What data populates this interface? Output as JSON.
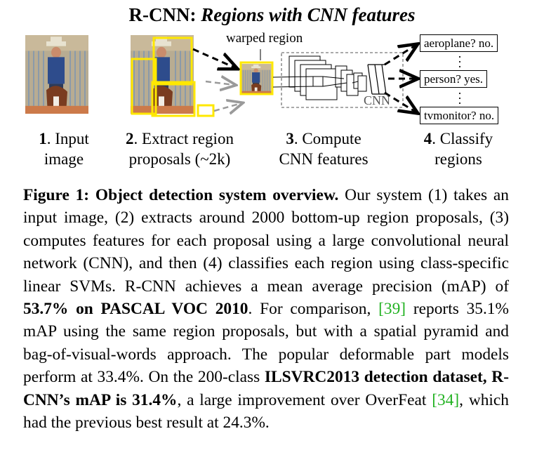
{
  "figure": {
    "title_plain": "R-CNN: ",
    "title_italic": "Regions with CNN features",
    "warped_region_label": "warped region",
    "cnn_label": "CNN",
    "classes": [
      {
        "label": "aeroplane? no."
      },
      {
        "label": "person? yes."
      },
      {
        "label": "tvmonitor? no."
      }
    ],
    "steps": [
      {
        "num": "1",
        "line1": ". Input",
        "line2": "image"
      },
      {
        "num": "2",
        "line1": ". Extract region",
        "line2": "proposals (~2k)"
      },
      {
        "num": "3",
        "line1": ". Compute",
        "line2": "CNN features"
      },
      {
        "num": "4",
        "line1": ". Classify",
        "line2": "regions"
      }
    ],
    "colors": {
      "proposal_box": "#ffe800",
      "arrow_dark": "#000000",
      "arrow_gray": "#9a9a9a",
      "citation": "#22b222"
    }
  },
  "caption": {
    "label": "Figure 1:",
    "heading": "Object detection system overview.",
    "t1": "Our system (1) takes an input image, (2) extracts around 2000 bottom-up region proposals, (3) computes features for each proposal using a large convolutional neural network (CNN), and then (4) classifies each region using class-specific linear SVMs. R-CNN achieves a mean average precision (mAP) of",
    "b1": "53.7% on PASCAL VOC 2010",
    "t2": ". For comparison,",
    "cite1": "[39]",
    "t3": "reports 35.1% mAP using the same region proposals, but with a spatial pyramid and bag-of-visual-words approach. The popular deformable part models perform at 33.4%. On the 200-class",
    "b2": "ILSVRC2013 detection dataset, R-CNN’s mAP is 31.4%",
    "t4": ", a large improvement over OverFeat",
    "cite2": "[34]",
    "t5": ", which had the previous best result at 24.3%."
  }
}
